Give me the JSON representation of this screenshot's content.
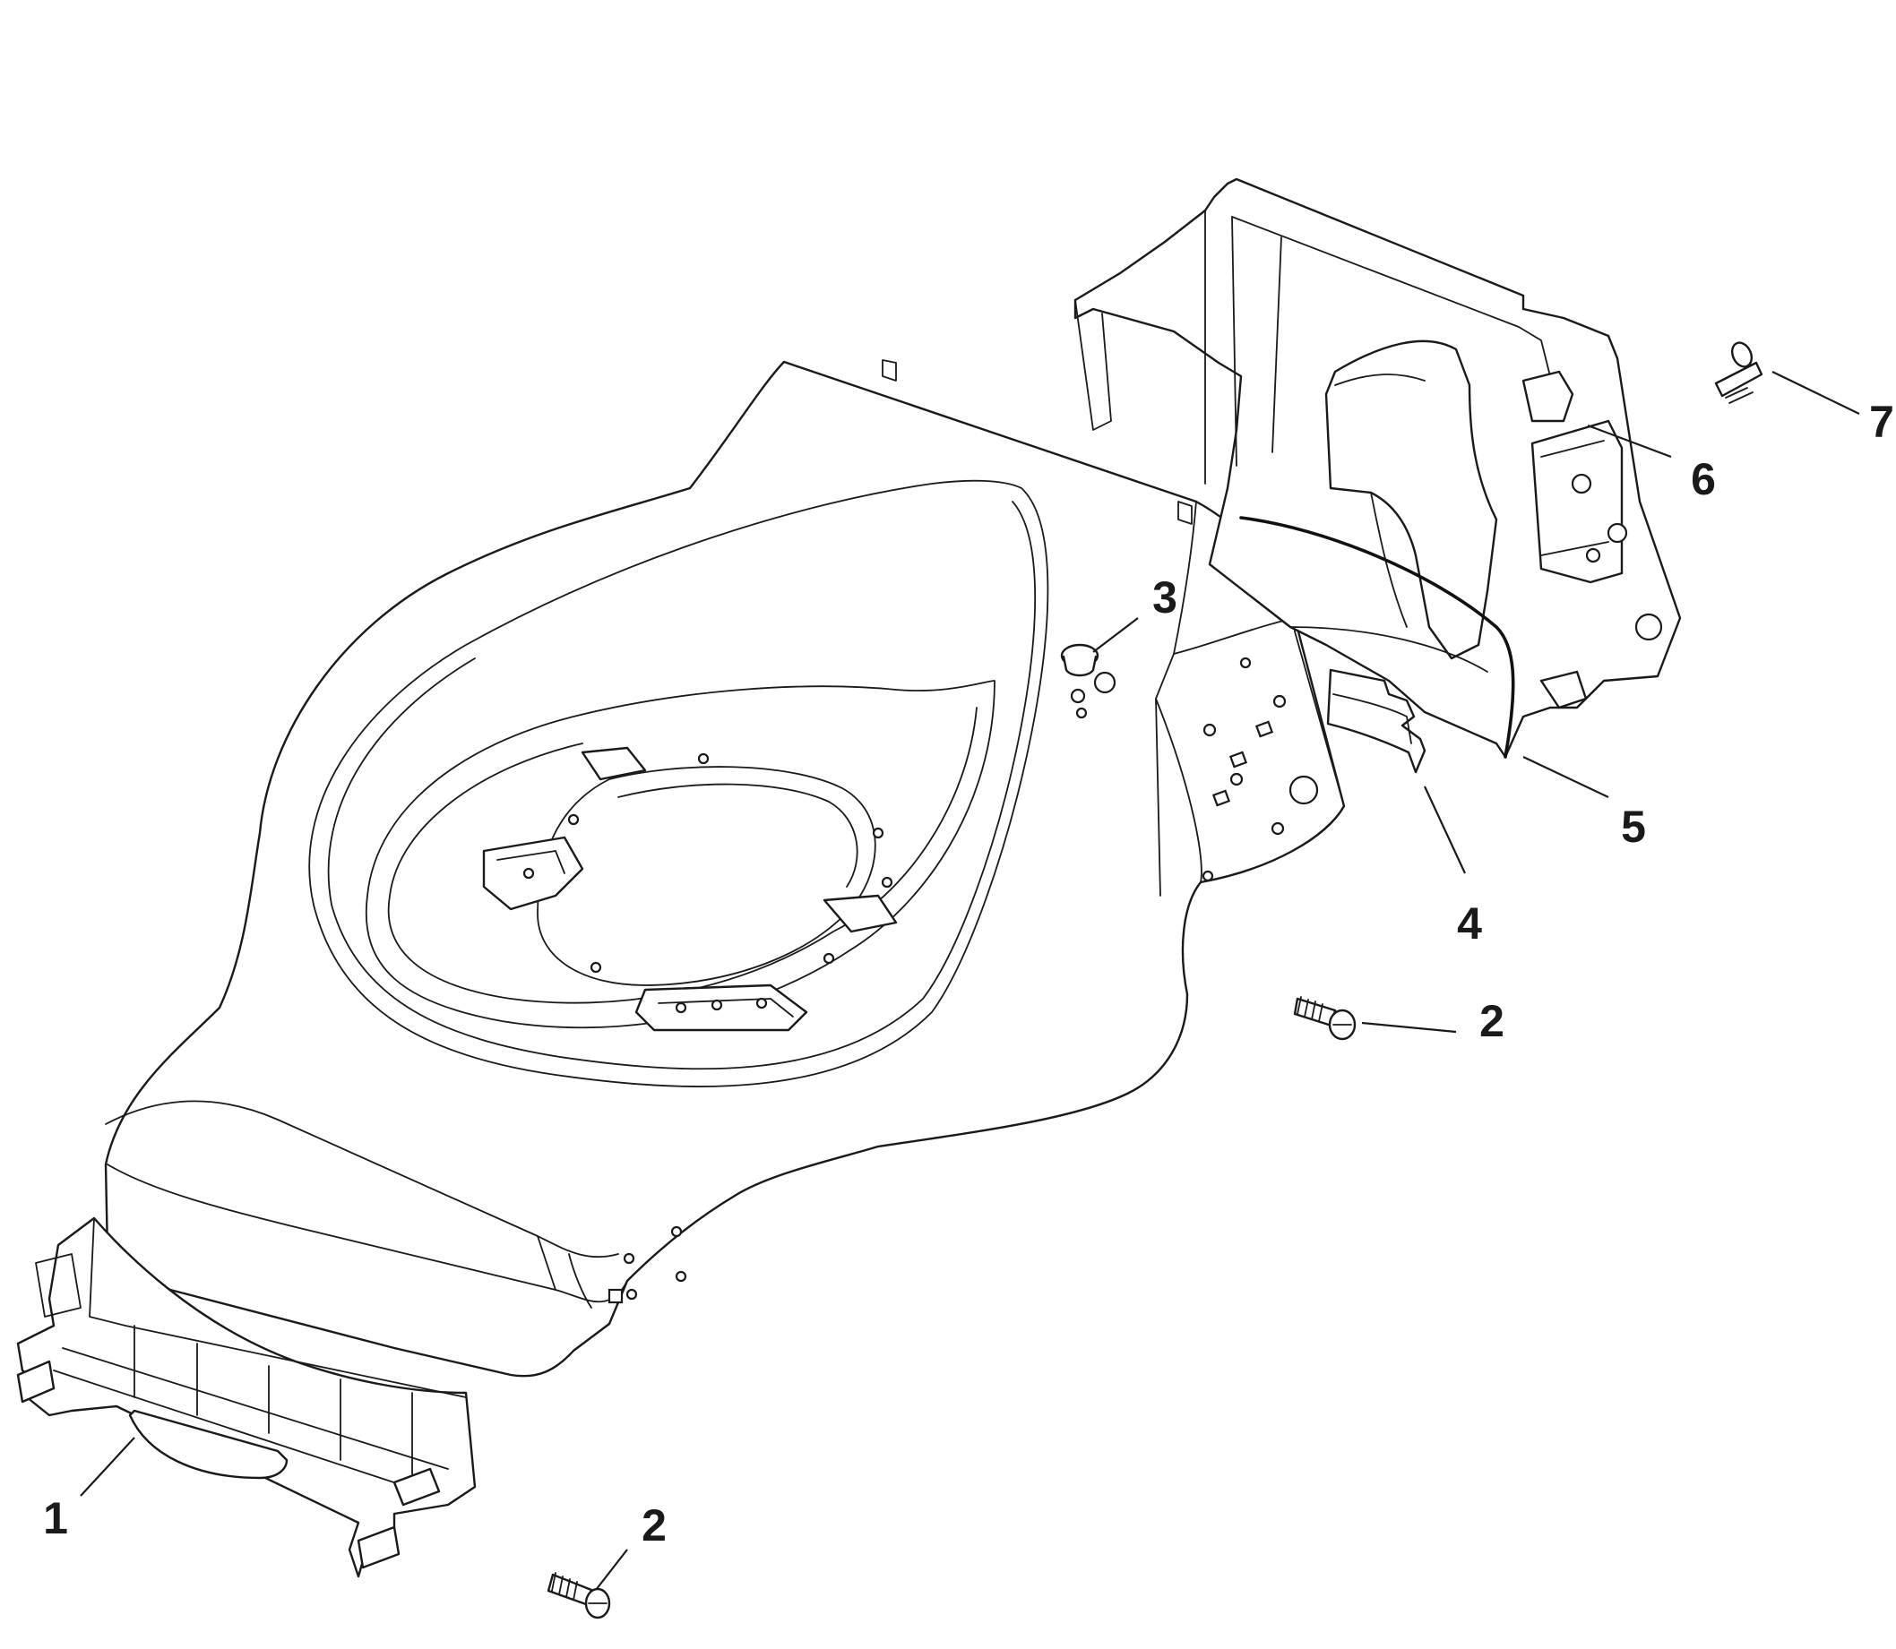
{
  "diagram": {
    "callouts": [
      {
        "id": "c1",
        "label": "1"
      },
      {
        "id": "c2a",
        "label": "2"
      },
      {
        "id": "c2b",
        "label": "2"
      },
      {
        "id": "c3",
        "label": "3"
      },
      {
        "id": "c4",
        "label": "4"
      },
      {
        "id": "c5",
        "label": "5"
      },
      {
        "id": "c6",
        "label": "6"
      },
      {
        "id": "c7",
        "label": "7"
      }
    ]
  }
}
